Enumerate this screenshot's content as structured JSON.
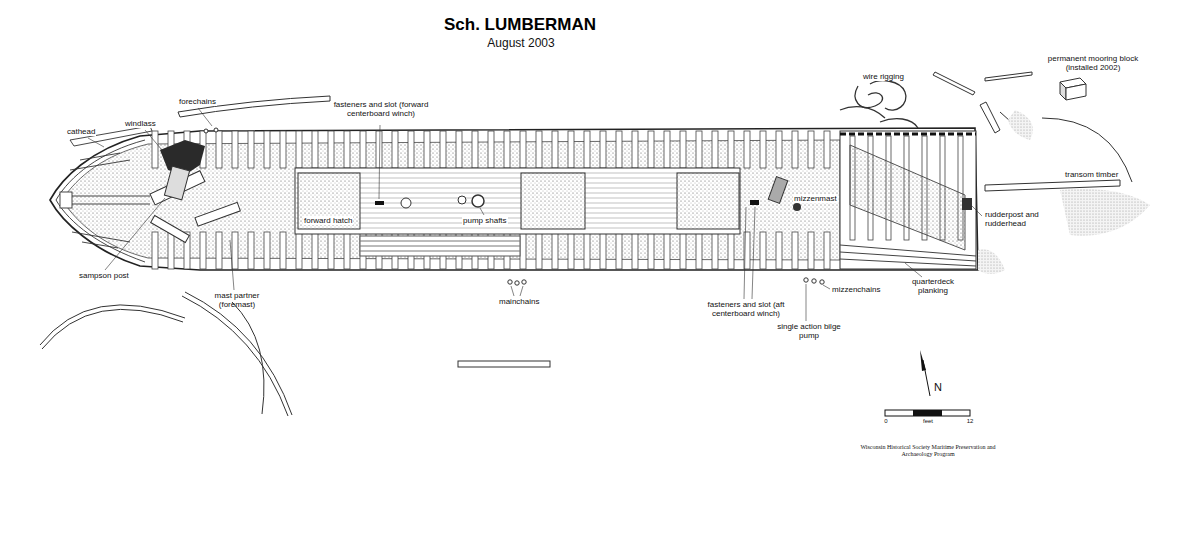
{
  "diagram": {
    "title": "Sch. LUMBERMAN",
    "labels": [
      "August 2003",
      "forechains",
      "cathead",
      "windlass",
      "fasteners and slot (forward centerboard winch)",
      "wire rigging",
      "permanent mooring block (installed 2002)",
      "transom timber",
      "forward hatch",
      "pump shafts",
      "mizzenmast",
      "rudderpost and rudderhead",
      "sampson post",
      "mast partner (foremast)",
      "mainchains",
      "fasteners and slot (aft centerboard winch)",
      "mizzenchains",
      "quarterdeck planking",
      "single action bilge pump",
      "N",
      "0",
      "feet",
      "12",
      "Wisconsin Historical Society Maritime Preservation and Archaeology Program"
    ]
  }
}
